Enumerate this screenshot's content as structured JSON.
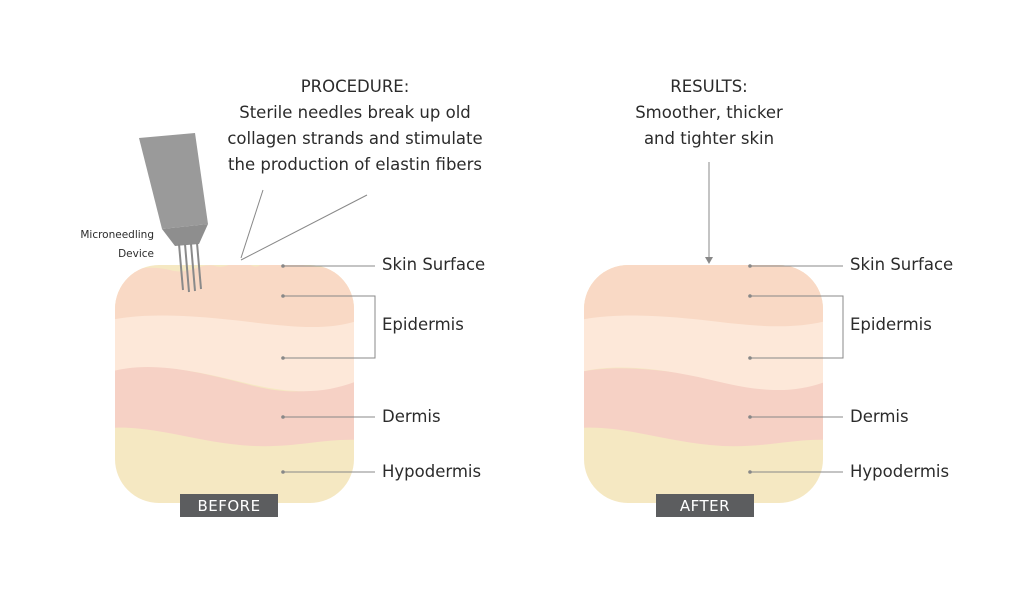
{
  "before_panel": {
    "heading_title": "PROCEDURE:",
    "heading_lines": [
      "Sterile needles break up old",
      "collagen strands and stimulate",
      "the production of elastin fibers"
    ],
    "device_label_lines": [
      "Microneedling",
      "Device"
    ],
    "badge": "BEFORE"
  },
  "after_panel": {
    "heading_title": "RESULTS:",
    "heading_lines": [
      "Smoother, thicker",
      "and tighter skin"
    ],
    "badge": "AFTER"
  },
  "layer_labels": {
    "skin_surface": "Skin Surface",
    "epidermis": "Epidermis",
    "dermis": "Dermis",
    "hypodermis": "Hypodermis"
  },
  "colors": {
    "surface_layer": "#f9d9c5",
    "upper_epidermis": "#fde8d9",
    "dermis": "#f6d1c5",
    "hypodermis": "#f5e8c2",
    "leader_line": "#888888",
    "device": "#9a9a9a",
    "badge": "#5c5d5f"
  }
}
